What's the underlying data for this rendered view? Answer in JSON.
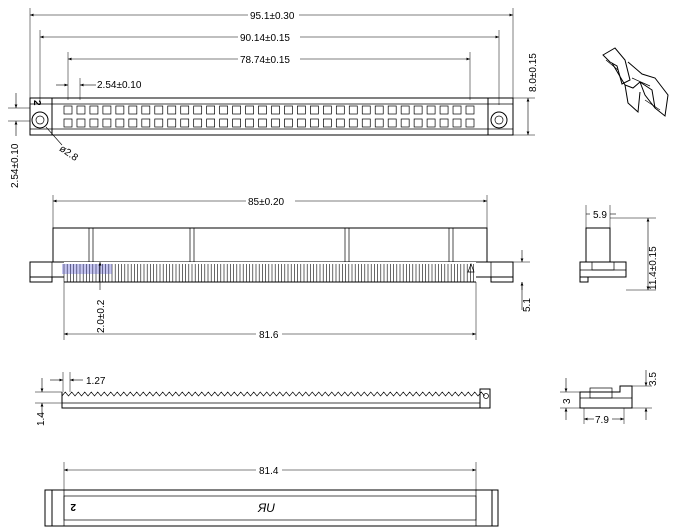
{
  "top_view": {
    "overall_length": "95.1±0.30",
    "mounting_pitch": "90.14±0.15",
    "contact_span": "78.74±0.15",
    "contact_pitch": "2.54±0.10",
    "overall_height": "8.0±0.15",
    "row_spacing": "2.54±0.10",
    "hole_diameter": "ø2.8",
    "pin_marker": "2"
  },
  "front_view": {
    "body_length": "85±0.20",
    "pin_height": "2.0±0.2",
    "pin_field_length": "81.6",
    "height_below": "5.1"
  },
  "side_view": {
    "width": "5.9",
    "height": "11.4±0.15"
  },
  "bottom_view": {
    "tooth_pitch": "1.27",
    "height": "1.4"
  },
  "side_view_small": {
    "top": "3.5",
    "left": "3",
    "bottom": "7.9"
  },
  "plan_view": {
    "length": "81.4",
    "pin_marker": "2",
    "logo": "ЯU"
  }
}
